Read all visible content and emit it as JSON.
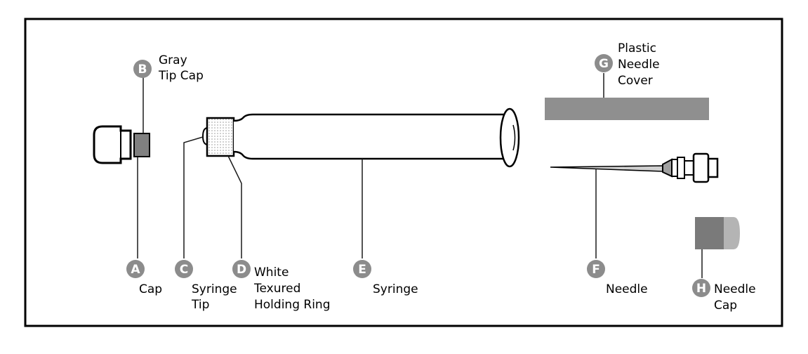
{
  "diagram": {
    "parts": [
      {
        "letter": "A",
        "label_lines": [
          "Cap"
        ]
      },
      {
        "letter": "B",
        "label_lines": [
          "Gray",
          "Tip Cap"
        ]
      },
      {
        "letter": "C",
        "label_lines": [
          "Syringe",
          "Tip"
        ]
      },
      {
        "letter": "D",
        "label_lines": [
          "White",
          "Texured",
          "Holding Ring"
        ]
      },
      {
        "letter": "E",
        "label_lines": [
          "Syringe"
        ]
      },
      {
        "letter": "F",
        "label_lines": [
          "Needle"
        ]
      },
      {
        "letter": "G",
        "label_lines": [
          "Plastic",
          "Needle",
          "Cover"
        ]
      },
      {
        "letter": "H",
        "label_lines": [
          "Needle",
          "Cap"
        ]
      }
    ]
  }
}
